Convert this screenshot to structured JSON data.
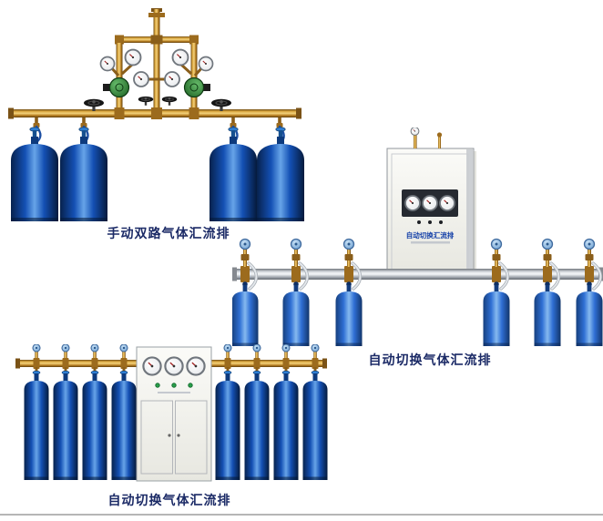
{
  "page": {
    "background": "#ffffff"
  },
  "figures": {
    "manual": {
      "caption": "手动双路气体汇流排",
      "cylinder_count": 4
    },
    "auto_cabinet": {
      "caption": "自动切换气体汇流排",
      "cabinet_label": "自动切换汇流排",
      "cylinder_count": 6
    },
    "auto_gauges": {
      "caption": "自动切换气体汇流排",
      "cylinder_count": 8
    }
  },
  "colors": {
    "caption_text": "#1b2a66",
    "cylinder_dark_blue": "#1450b4",
    "cylinder_medium_blue": "#2f6fd4",
    "brass_pipe": "#c9922f",
    "silver_pipe": "#c3c8cd",
    "cabinet_body": "#f1f1ea",
    "regulator_green": "#2e7d32",
    "valve_wheel_black": "#141414",
    "valve_wheel_blue": "#8ec1ea",
    "cabinet_label_blue": "#1440a8",
    "footer_rule": "#b6b6b6"
  }
}
